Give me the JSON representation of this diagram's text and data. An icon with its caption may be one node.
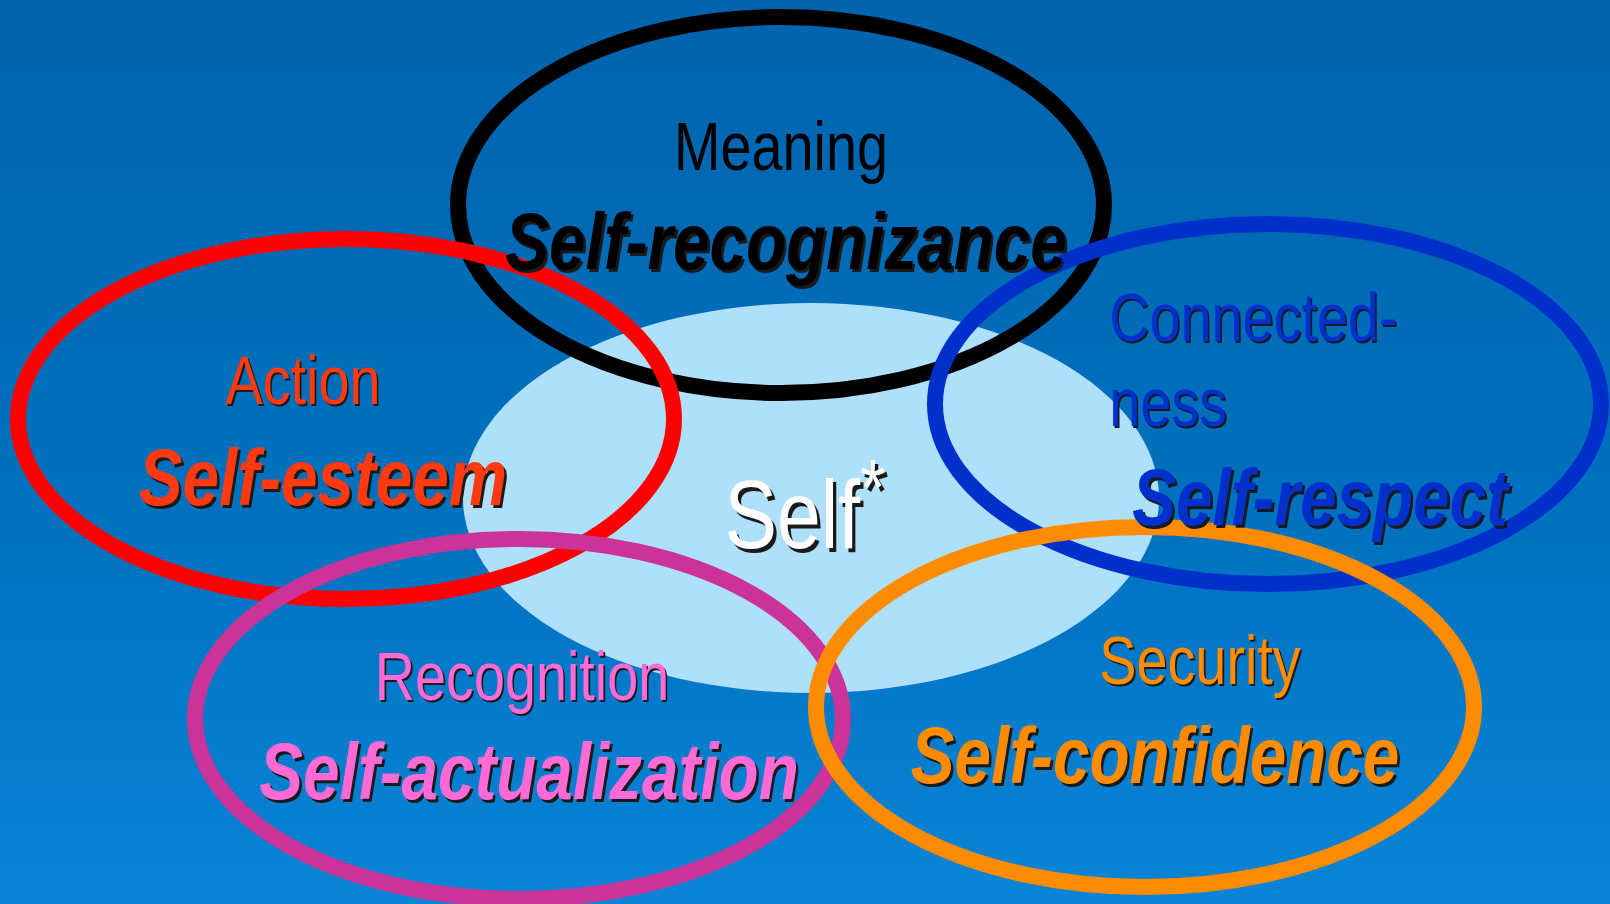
{
  "diagram": {
    "nodes": [
      {
        "text": [
          "Meaning",
          "Self-recognizance"
        ]
      },
      {
        "text": [
          "Action",
          "Self-esteem"
        ]
      },
      {
        "text": [
          "Self$^{*}$"
        ]
      },
      {
        "text": [
          "Connected- ness",
          "Self-respect"
        ]
      },
      {
        "text": [
          "Recognition",
          "Self-actualization"
        ]
      },
      {
        "text": [
          "Security",
          "Self-confidence"
        ]
      }
    ],
    "edges": []
  }
}
